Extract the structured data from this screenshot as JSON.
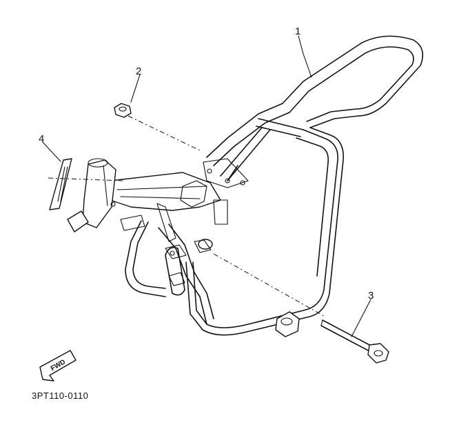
{
  "callouts": [
    {
      "id": "1",
      "label": "1"
    },
    {
      "id": "2",
      "label": "2"
    },
    {
      "id": "3",
      "label": "3"
    },
    {
      "id": "4",
      "label": "4"
    }
  ],
  "fwd_label": "FWD",
  "part_code": "3PT110-0110"
}
